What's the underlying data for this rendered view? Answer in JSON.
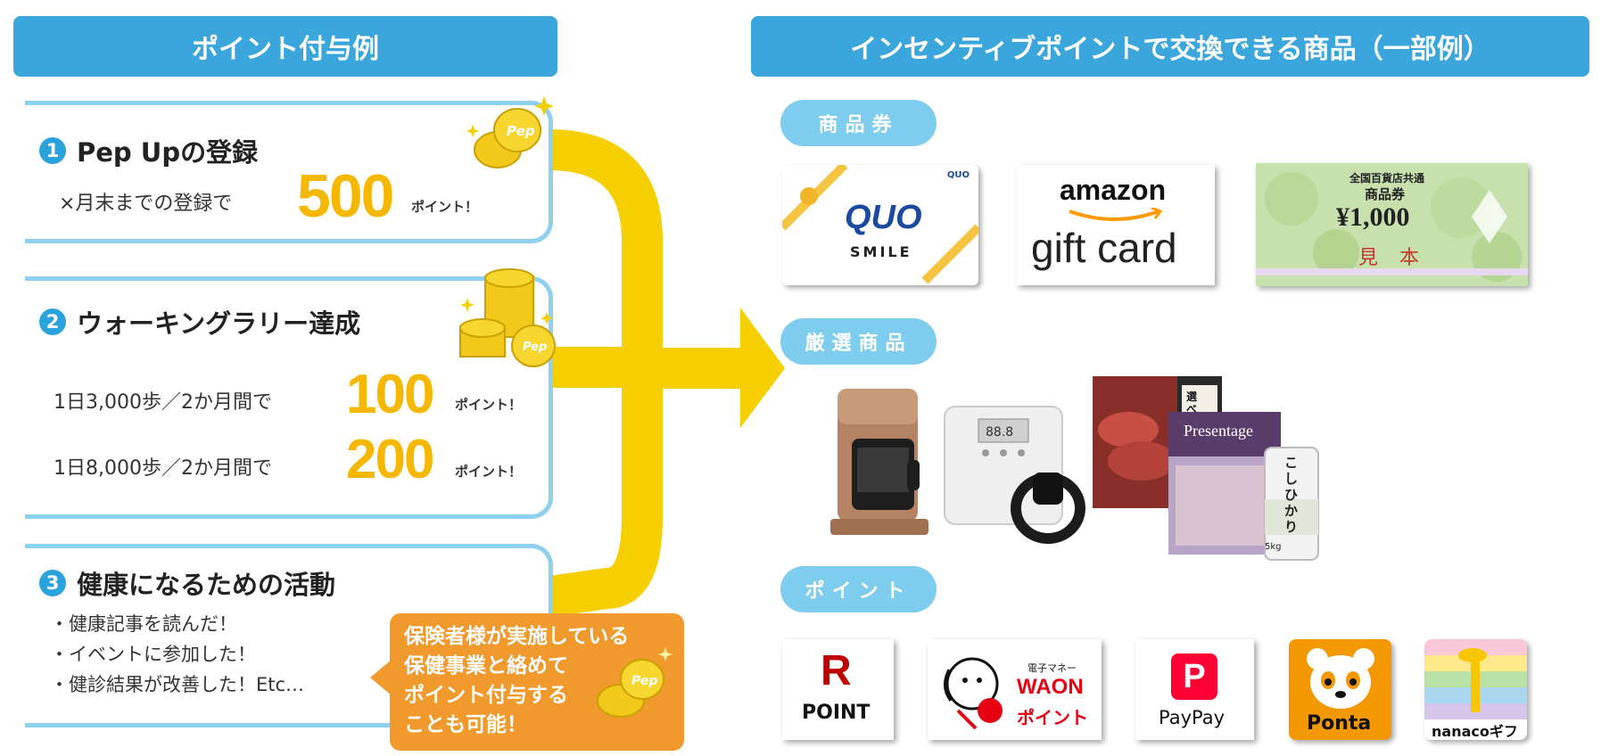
{
  "left_header": "ポイント付与例",
  "right_header": "インセンティブポイントで交換できる商品（一部例）",
  "cards": [
    {
      "number": "1",
      "title": "Pep Upの登録",
      "rows": [
        {
          "label": "×月末までの登録で",
          "value": "500",
          "unit": "ポイント！"
        }
      ]
    },
    {
      "number": "2",
      "title": "ウォーキングラリー達成",
      "rows": [
        {
          "label": "1日3,000歩／2か月間で",
          "value": "100",
          "unit": "ポイント！"
        },
        {
          "label": "1日8,000歩／2か月間で",
          "value": "200",
          "unit": "ポイント！"
        }
      ]
    },
    {
      "number": "3",
      "title": "健康になるための活動",
      "bullets": [
        "・健康記事を読んだ！",
        "・イベントに参加した！",
        "・健診結果が改善した！Etc…"
      ]
    }
  ],
  "callout_lines": [
    "保険者様が実施している",
    "保健事業と絡めて",
    "ポイント付与する",
    "ことも可能！"
  ],
  "coin_label": "Pep",
  "categories": [
    "商品券",
    "厳選商品",
    "ポイント"
  ],
  "gift_cards": {
    "quo": {
      "brand": "QUO",
      "sub": "SMILE",
      "corner": "QUO"
    },
    "amazon": {
      "brand": "amazon",
      "sub": "gift card"
    },
    "depart": {
      "line1": "全国百貨店共通",
      "line2": "商品券",
      "amount": "¥1,000",
      "sample": "見本"
    }
  },
  "products": {
    "catalog_title": "Presentage",
    "meat_text": "選べる国産和牛",
    "rice_text": "こしひかり",
    "rice_weight": "5kg",
    "scale_display": "88.8"
  },
  "point_logos": [
    {
      "name": "rakuten",
      "mark": "R",
      "label": "POINT",
      "color": "#bf0000"
    },
    {
      "name": "waon",
      "top": "電子マネー",
      "brand": "WAON",
      "label": "ポイント",
      "color": "#e60012"
    },
    {
      "name": "paypay",
      "mark": "P",
      "label": "PayPay",
      "color": "#ff0033"
    },
    {
      "name": "ponta",
      "label": "Ponta",
      "color": "#f39800"
    },
    {
      "name": "nanaco",
      "label": "nanacoギフト"
    }
  ],
  "colors": {
    "header": "#3aa6dc",
    "card_border": "#8fd0ee",
    "accent_yellow": "#f5cf00",
    "number_yellow": "#f5b700",
    "callout": "#f09a2d",
    "pill": "#7fcdee"
  }
}
